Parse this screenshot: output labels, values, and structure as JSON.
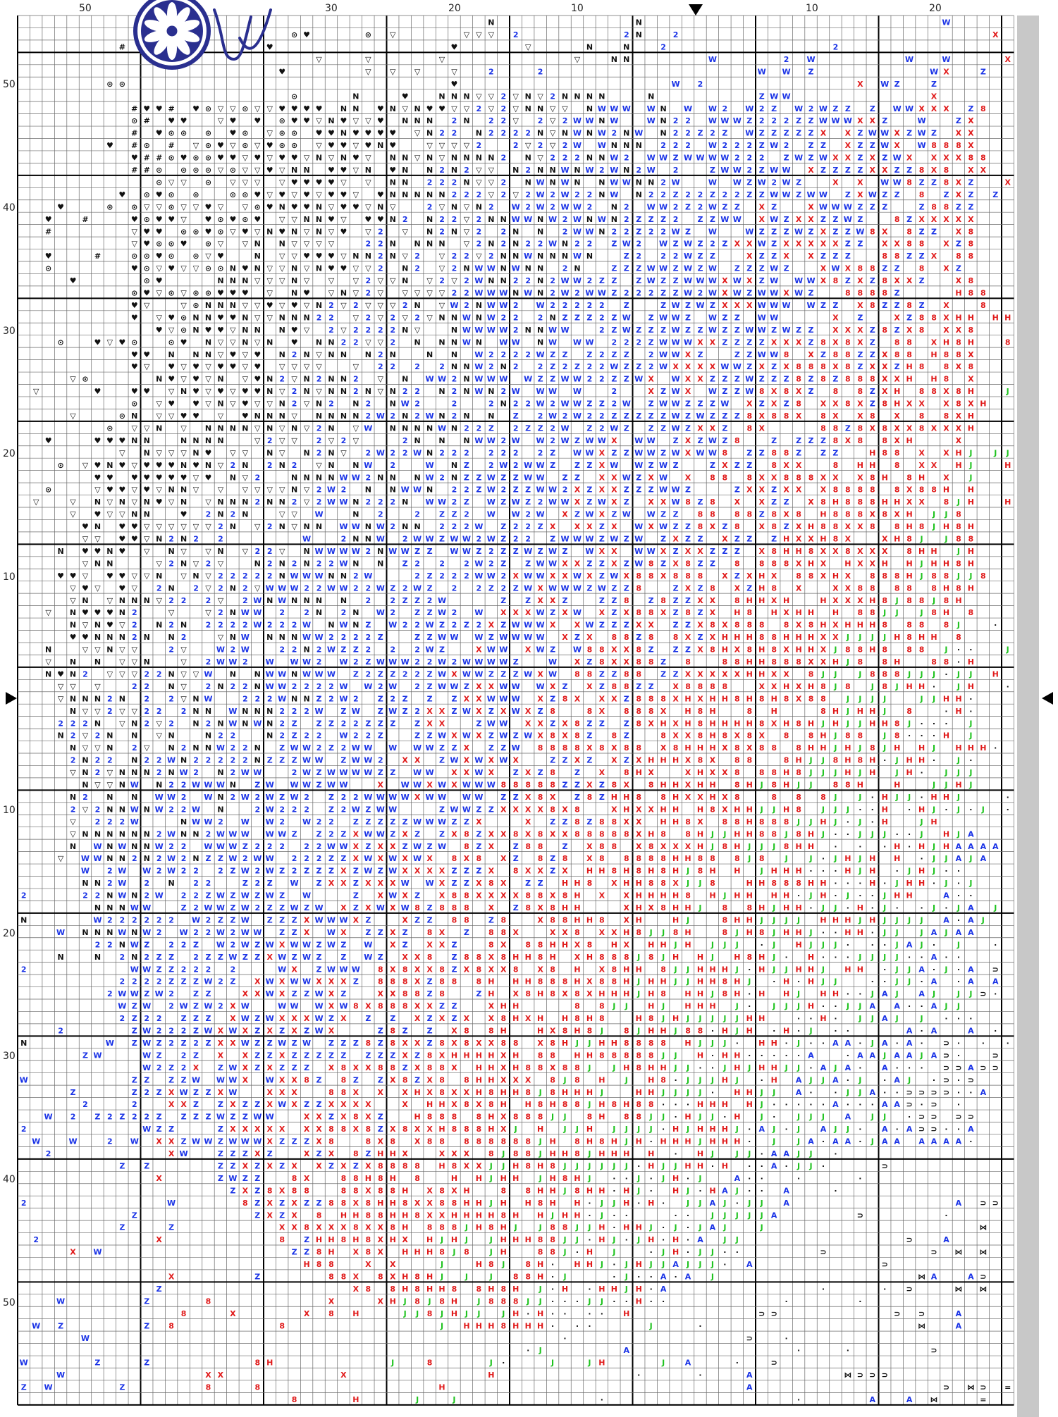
{
  "pattern": {
    "title": "",
    "top_axis_labels": [
      "50",
      "30",
      "20",
      "10",
      "10",
      "20"
    ],
    "left_axis_labels": [
      "50",
      "40",
      "30",
      "20",
      "10",
      "10",
      "20",
      "30",
      "40",
      "50"
    ],
    "center_markers": [
      "top",
      "left",
      "right"
    ],
    "logo": "flower-seal-with-script-letter",
    "symbol_colors": {
      "black": "#111111",
      "blue": "#1a33e6",
      "red": "#e01a1a",
      "green": "#1ec21e",
      "grid_major": "#000000",
      "grid_minor": "#6a6a6a",
      "margin_gray": "#c8c8c8",
      "logo_navy": "#2a2f8f"
    }
  },
  "chart_data": {
    "type": "table",
    "title": "",
    "xlabel": "",
    "ylabel": ""
  }
}
